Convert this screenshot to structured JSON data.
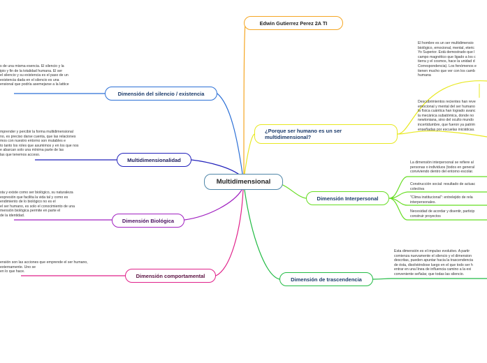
{
  "root": {
    "label": "Multidimensional"
  },
  "author": {
    "label": "Edwin Gutierrez Perez    2A TI",
    "color": "#f5a623"
  },
  "branches": {
    "silencio": {
      "label": "Dimensión del silencio / existencia",
      "color": "#2b6fd6",
      "text": "s de una misma esencia. El silencio y la\nipio y fin de la totalidad humana. El ser\nel silencio y su existencia es el paso de un\nexistencia dada en el silencio es una\nensional que podría asemejarse a la lattice"
    },
    "multidimensionalidad": {
      "label": "Multidimensionalidad",
      "color": "#2222bb",
      "text": "mprender y percibir la forma multidimensional\nno, es preciso darse cuenta, que las relaciones\nmos con nuestro entorno son mutables e\nto tanto los roles que asumimos y en los que nos\ne abarcan solo una mínima parte de las\nlas que tenemos acceso."
    },
    "biologica": {
      "label": "Dimensión Biológica",
      "color": "#a020c0",
      "text": "sta y existe como ser biológico, su naturaleza\nexpresión que facilita la vida tal y como es\nendimiento de lo biológico no es el\nel ser humano, es solo el conocimiento de una\nmensión biológica permite en parte el\nde la identidad."
    },
    "comportamental": {
      "label": "Dimensión comportamental",
      "color": "#e0208a",
      "text": "ensión son las acciones que emprende el ser humano,\nexternamente. Uno se\nen lo que hace."
    },
    "porque": {
      "label": "¿Porque ser humano es un ser multidimensional?",
      "color": "#e8e820",
      "text1": "El hombre es un ser multidimensio\nbiológico, emocional, mental, eteric\nYo Superior. Está demostrado que l\ncampo magnético que ligado a los c\ntierra y el cosmos, hace la unidad d\nCorrespondencia). Los fenómenos e\ntienen mucho que ver con los camb\nhumana",
      "text2": "Descubrimientos recientes han reve\nemocional y mental del ser humano\nla física cuántica han logrado avanc\nla mecánica subatómica, donde no\nnewtoniana, sino del oculto mundo\nincertidumbre, que fueron ya patrim\nenseñadas por escuelas iniciáticas. "
    },
    "interpersonal": {
      "label": "Dimensión Interpersonal",
      "color": "#66dd22",
      "text1": "La dimensión interpersonal se refiere al\npersonas o individuos (todos en general\nconviviendo dentro del entorno escolar.",
      "text2": "Construcción social: resultado de actuac\ncolectiva",
      "text3": "\"Clima institucional\": entrelejido de rela\ninterpersonales.",
      "text4": "Necesidad de acordar y disentir, particip\nconstruir proyectos"
    },
    "trascendencia": {
      "label": "Dimensión de trascendencia",
      "color": "#22bb44",
      "text": "Esta dimensión es el impulso evolutivo. A partir\ncomienza nuevamente el silencio y el dimension\ndescritas, pueden apuntar hacia la trascendencia\nde ésta, disolviéndose luego en el que todo ser h\nentrar en una línea de influencia camino a la exi\nconveniente señalar, que todas las silencio."
    }
  }
}
